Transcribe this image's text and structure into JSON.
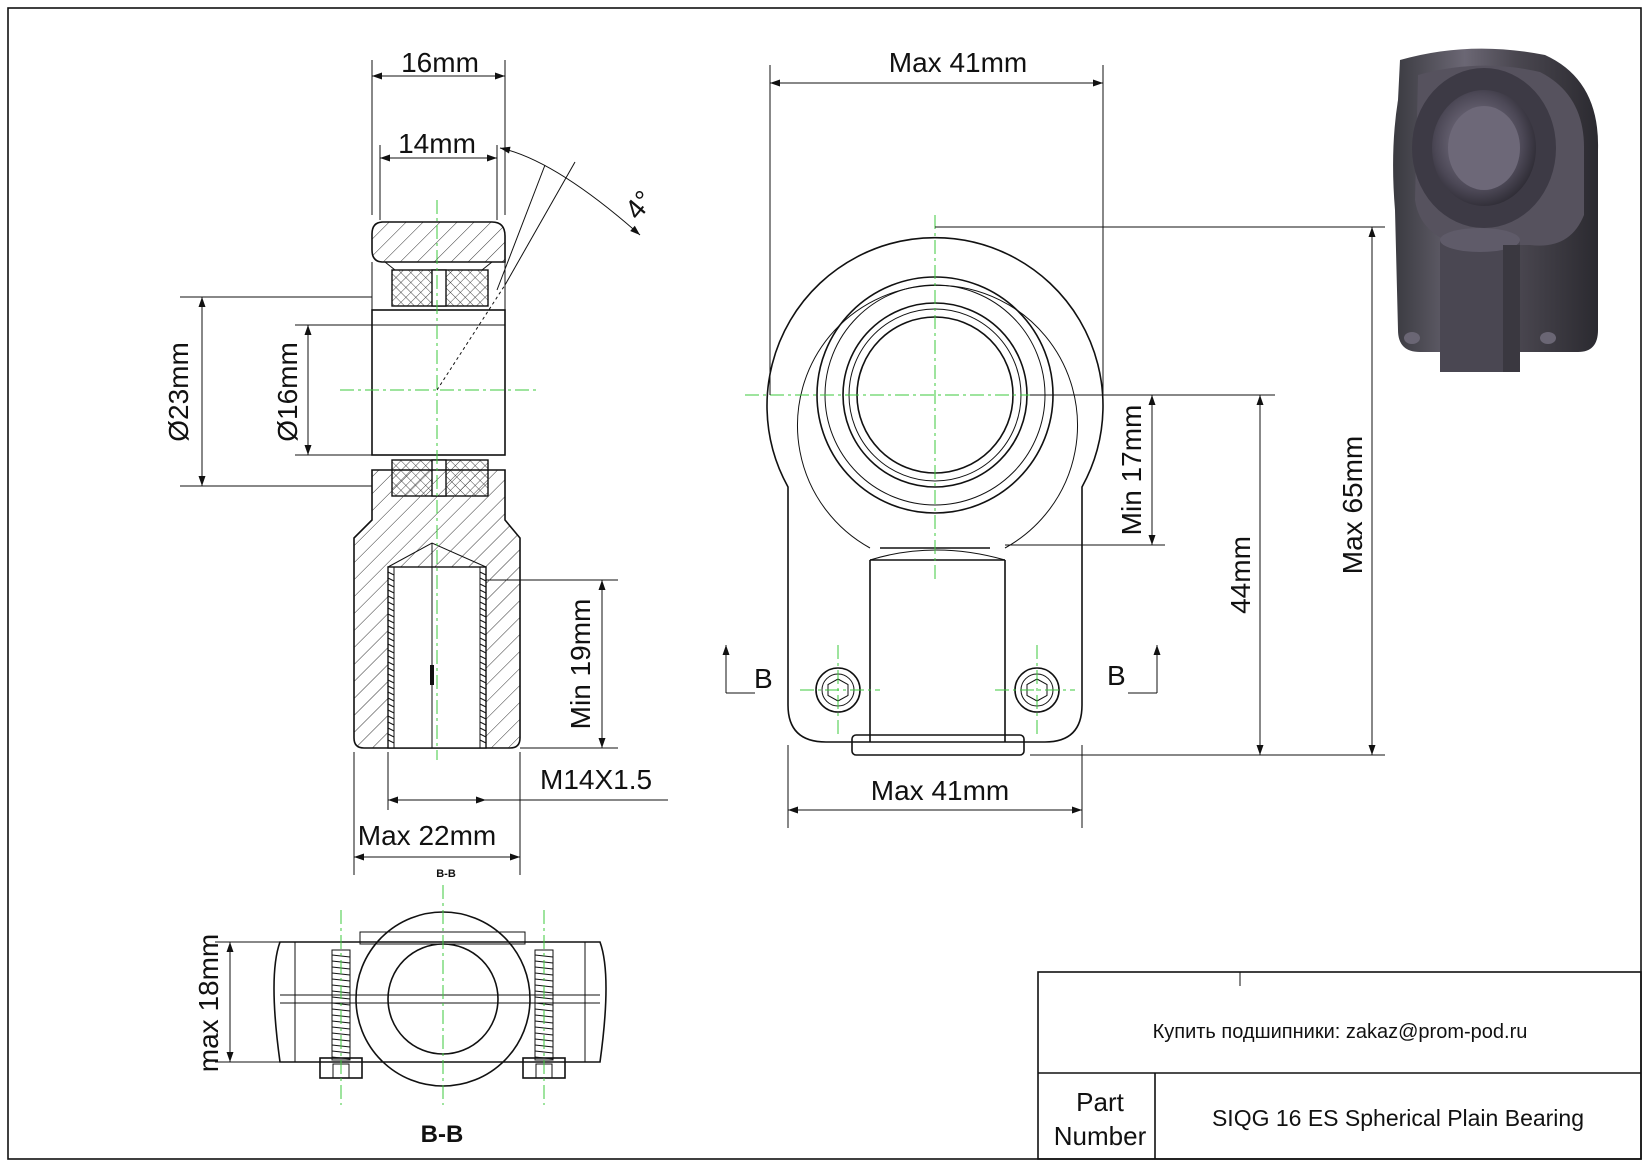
{
  "dimensions": {
    "width_16": "16mm",
    "width_14": "14mm",
    "angle_4": "4°",
    "dia_23": "Ø23mm",
    "dia_16": "Ø16mm",
    "min_19": "Min 19mm",
    "thread": "M14X1.5",
    "max_22": "Max 22mm",
    "section_small": "B-B",
    "max_41_top": "Max 41mm",
    "max_41_bottom": "Max 41mm",
    "min_17": "Min 17mm",
    "dim_44": "44mm",
    "max_65": "Max 65mm",
    "max_18": "max 18mm",
    "section_b_left": "B",
    "section_b_right": "B",
    "section_bb": "B-B"
  },
  "title_block": {
    "contact": "Купить подшипники: zakaz@prom-pod.ru",
    "part_label_line1": "Part",
    "part_label_line2": "Number",
    "part_number": "SIQG 16 ES Spherical Plain Bearing"
  },
  "icons": {
    "product_render": "rod-end-bearing-3d-render",
    "hex_socket": "hex-socket-screw-icon"
  }
}
